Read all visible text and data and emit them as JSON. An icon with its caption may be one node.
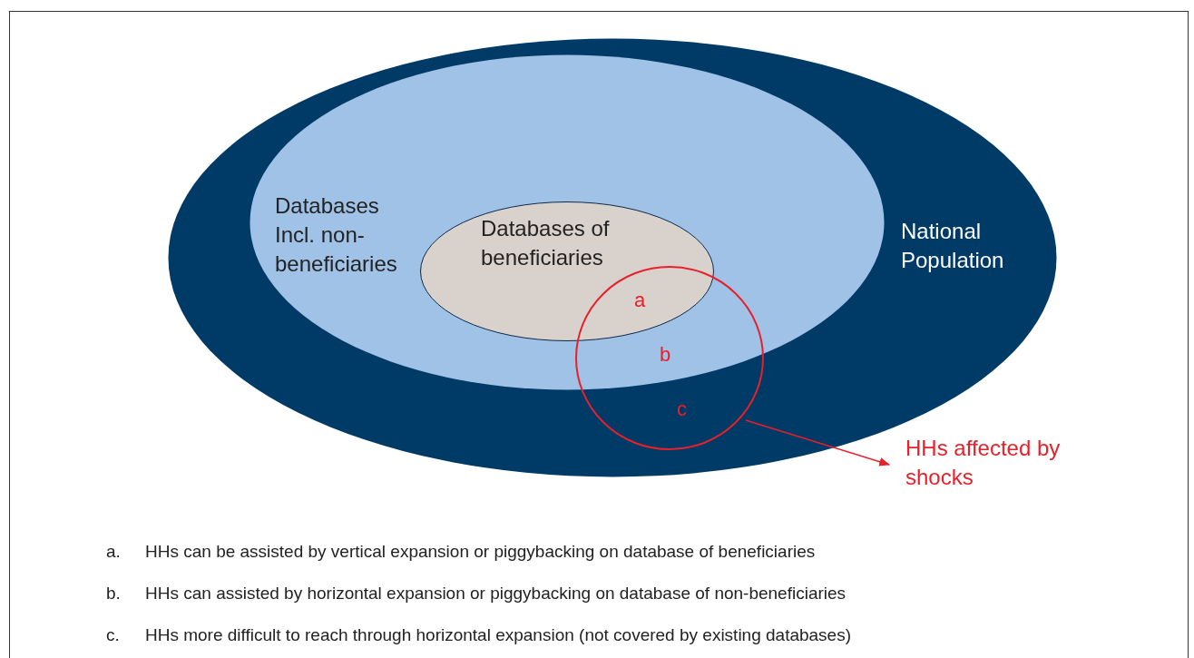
{
  "diagram": {
    "nodes": [
      {
        "text": [
          "National Population"
        ]
      },
      {
        "text": [
          "Databases Incl. non-beneficiaries"
        ],
        "in": 0
      },
      {
        "text": [
          "Databases of beneficiaries"
        ],
        "in": 1
      },
      {
        "text": [],
        "shape": "circle",
        "in": 0
      },
      {
        "text": [
          "HHs affected by shocks"
        ]
      }
    ],
    "edges": [
      {
        "from": 3,
        "to": 4,
        "arrow": "to"
      }
    ],
    "labels": [
      "a",
      "b",
      "c",
      "a.",
      "HHs can be assisted by vertical expansion or piggybacking on database of beneficiaries",
      "b.",
      "HHs can assisted by horizontal expansion or piggybacking on database of non-beneficiaries",
      "c.",
      "HHs more difficult to reach through horizontal expansion (not covered by existing databases)"
    ]
  }
}
